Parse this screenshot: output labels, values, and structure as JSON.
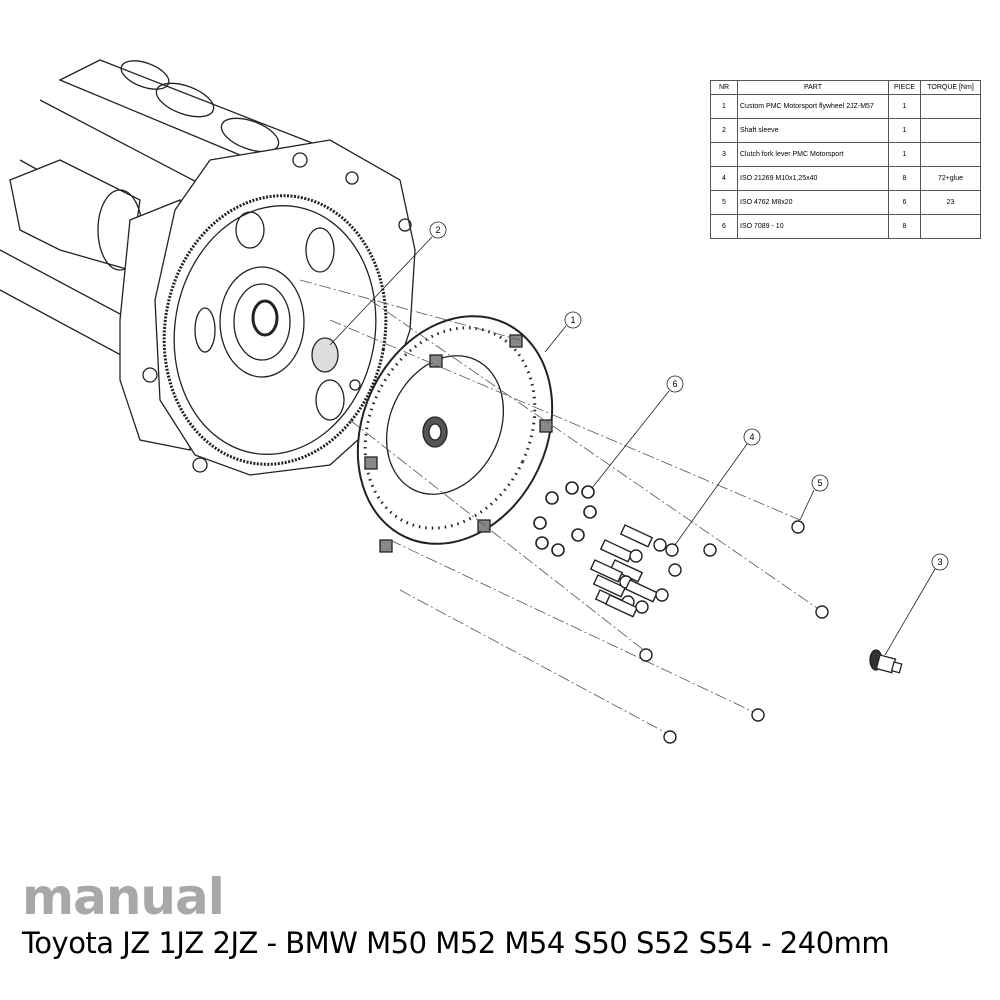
{
  "bom": {
    "headers": {
      "nr": "NR",
      "part": "PART",
      "piece": "PIECE",
      "torque": "TORQUE [Nm]"
    },
    "rows": [
      {
        "nr": "1",
        "part": "Custom PMC Motorsport flywheel 2JZ-M57",
        "piece": "1",
        "torque": ""
      },
      {
        "nr": "2",
        "part": "Shaft sleeve",
        "piece": "1",
        "torque": ""
      },
      {
        "nr": "3",
        "part": "Clutch fork lever PMC Motorsport",
        "piece": "1",
        "torque": ""
      },
      {
        "nr": "4",
        "part": "ISO 21269 M10x1,25x40",
        "piece": "8",
        "torque": "72+glue"
      },
      {
        "nr": "5",
        "part": "ISO 4762 M8x20",
        "piece": "6",
        "torque": "23"
      },
      {
        "nr": "6",
        "part": "ISO 7089 - 10",
        "piece": "8",
        "torque": ""
      }
    ]
  },
  "callouts": [
    "1",
    "2",
    "3",
    "4",
    "5",
    "6"
  ],
  "brand": "manual",
  "subtitle": "Toyota JZ 1JZ 2JZ - BMW M50 M52 M54 S50 S52 S54 - 240mm"
}
